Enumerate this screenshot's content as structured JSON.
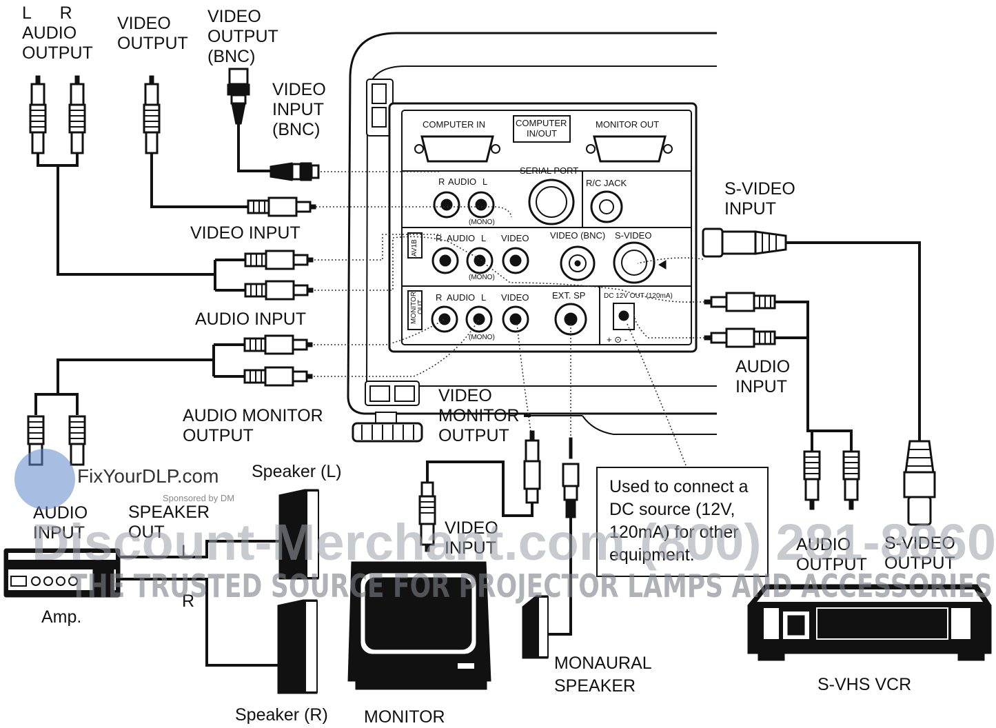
{
  "labels": {
    "lr": "L      R",
    "audio_output_tl_1": "AUDIO",
    "audio_output_tl_2": "OUTPUT",
    "video_output_1": "VIDEO",
    "video_output_2": "OUTPUT",
    "video_output_bnc_1": "VIDEO",
    "video_output_bnc_2": "OUTPUT",
    "video_output_bnc_3": "(BNC)",
    "video_input_bnc_1": "VIDEO",
    "video_input_bnc_2": "INPUT",
    "video_input_bnc_3": "(BNC)",
    "video_input": "VIDEO INPUT",
    "audio_input": "AUDIO INPUT",
    "audio_monitor_1": "AUDIO MONITOR",
    "audio_monitor_2": "OUTPUT",
    "video_monitor_1": "VIDEO",
    "video_monitor_2": "MONITOR",
    "video_monitor_3": "OUTPUT",
    "svideo_input_1": "S-VIDEO",
    "svideo_input_2": "INPUT",
    "audio_input_r_1": "AUDIO",
    "audio_input_r_2": "INPUT",
    "speaker_l": "Speaker (L)",
    "speaker_r": "Speaker (R)",
    "audio_input_amp_1": "AUDIO",
    "audio_input_amp_2": "INPUT",
    "speaker_out_1": "SPEAKER",
    "speaker_out_2": "OUT",
    "l": "L",
    "r": "R",
    "amp": "Amp.",
    "monitor": "MONITOR",
    "video_input_mon_1": "VIDEO",
    "video_input_mon_2": "INPUT",
    "monaural_1": "MONAURAL",
    "monaural_2": "SPEAKER",
    "note_1": "Used to connect a",
    "note_2": "DC source (12V,",
    "note_3": "120mA) for other",
    "note_4": "equipment.",
    "vcr_audio_out_1": "AUDIO",
    "vcr_audio_out_2": "OUTPUT",
    "vcr_svideo_out_1": "S-VIDEO",
    "vcr_svideo_out_2": "OUTPUT",
    "vcr": "S-VHS VCR"
  },
  "panel": {
    "computer_in": "COMPUTER IN",
    "computer_inout_1": "COMPUTER",
    "computer_inout_2": "IN/OUT",
    "monitor_out": "MONITOR OUT",
    "serial_port": "SERIAL PORT",
    "rc_jack": "R/C JACK",
    "r": "R",
    "l": "L",
    "audio": "AUDIO",
    "mono": "(MONO)",
    "video": "VIDEO",
    "video_bnc": "VIDEO (BNC)",
    "svideo": "S-VIDEO",
    "av1b": "AV1B",
    "monitor_out_side_1": "MONITOR",
    "monitor_out_side_2": "OUT",
    "ext_sp": "EXT. SP",
    "dc_out": "DC 12V OUT (120mA)",
    "polarity": "+ ⊙ -"
  },
  "watermark": {
    "site": "FixYourDLP.com",
    "sponsor": "Sponsored by DM",
    "line1": "Discount-Merchant.com (800) 281-8860",
    "line2": "THE TRUSTED SOURCE FOR PROJECTOR LAMPS AND ACCESSORIES"
  }
}
